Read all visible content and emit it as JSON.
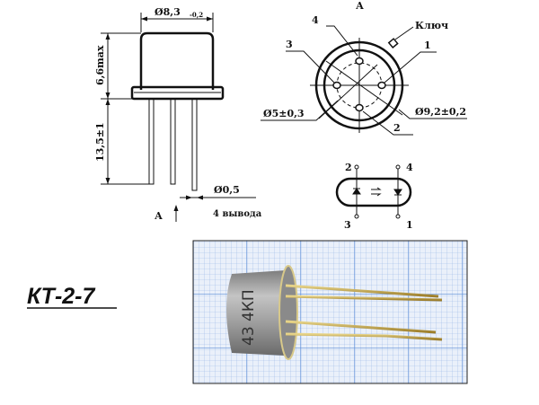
{
  "title": "КТ-2-7",
  "side_view": {
    "diameter_label": "Ø8,3",
    "diameter_tolerance": "-0,2",
    "height_label": "6,6max",
    "lead_length_label": "13,5±1",
    "lead_diameter_label": "Ø0,5",
    "lead_count_label": "4 вывода",
    "view_marker": "А"
  },
  "bottom_view": {
    "view_marker": "А",
    "key_label": "Ключ",
    "pin_labels": [
      "1",
      "2",
      "3",
      "4"
    ],
    "pitch_label": "Ø5±0,3",
    "flange_label": "Ø9,2±0,2"
  },
  "schematic": {
    "pin_labels": [
      "2",
      "4",
      "3",
      "1"
    ]
  },
  "photo": {
    "marking": "43 4КП"
  },
  "colors": {
    "grid": "#7fa8e0",
    "grid_bg": "#e8eef8",
    "lead": "#c8a84a",
    "case": "#9a9a9a"
  }
}
